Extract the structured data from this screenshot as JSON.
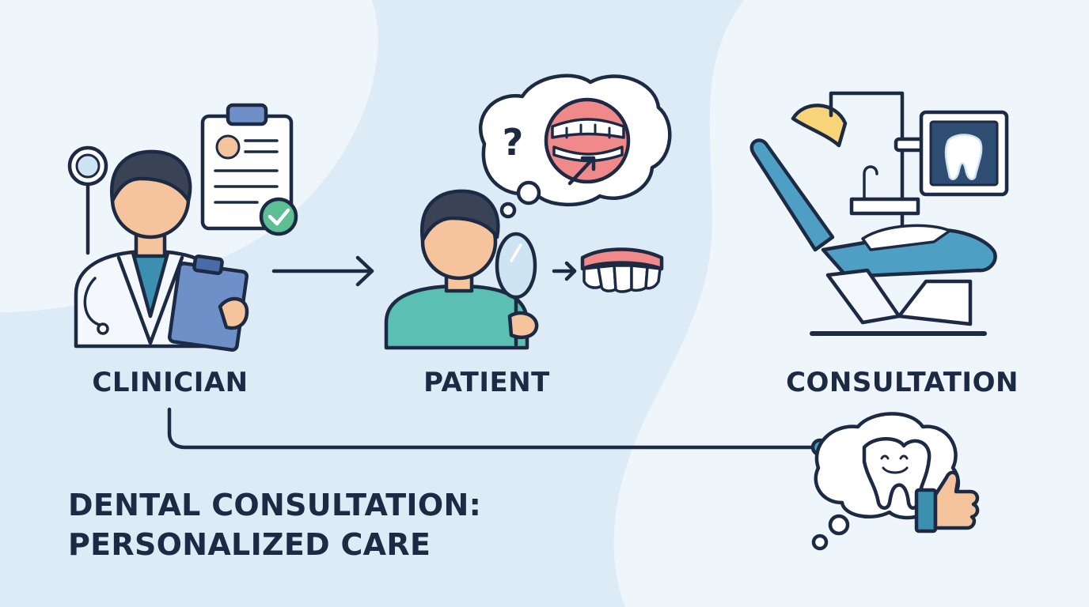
{
  "labels": {
    "clinician": "CLINICIAN",
    "patient": "PATIENT",
    "consultation": "CONSULTATION"
  },
  "title": {
    "line1": "DENTAL CONSULTATION:",
    "line2": "PERSONALIZED CARE"
  },
  "thought_symbol": "?",
  "colors": {
    "outline": "#1c2a44",
    "background": "#dcebf6",
    "blob_light": "#eef5fb",
    "skin": "#f6c49c",
    "hair": "#3a4356",
    "coat": "#f4f7fb",
    "scrub": "#3b8fb0",
    "patient_shirt": "#5cbfb4",
    "clipboard": "#6f8fc9",
    "check": "#5cbf95",
    "gum": "#f08a8a",
    "chair": "#4f9ec4",
    "lamp": "#f7d37a"
  },
  "icons": [
    "clinician-figure-icon",
    "dental-mirror-icon",
    "checked-chart-icon",
    "patient-figure-icon",
    "hand-mirror-icon",
    "thought-bubble-teeth-icon",
    "teeth-icon",
    "dental-chair-icon",
    "xray-monitor-icon",
    "happy-tooth-icon",
    "thumbs-up-icon"
  ]
}
